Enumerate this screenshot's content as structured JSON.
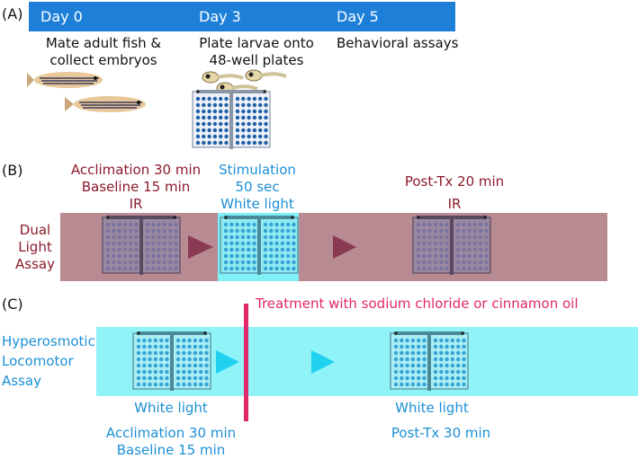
{
  "panel_a": {
    "letter": "(A)",
    "days": [
      "Day 0",
      "Day 3",
      "Day 5"
    ],
    "day0_line1": "Mate adult fish &",
    "day0_line2": "collect embryos",
    "day3_line1": "Plate larvae onto",
    "day3_line2": "48-well plates",
    "day5_text": "Behavioral assays",
    "colors": {
      "timeline_bar": "#1e7fd8"
    }
  },
  "panel_b": {
    "letter": "(B)",
    "assay_line1": "Dual",
    "assay_line2": "Light",
    "assay_line3": "Assay",
    "phase1_line1": "Acclimation 30 min",
    "phase1_line2": "Baseline 15 min",
    "phase1_line3": "IR",
    "phase2_line1": "Stimulation",
    "phase2_line2": "50 sec",
    "phase2_line3": "White light",
    "phase3_line1": "Post-Tx 20 min",
    "phase3_line2": "IR",
    "colors": {
      "band": "#b88a92",
      "stim": "#7ff0f6",
      "text": "#8b1a2b",
      "stim_text": "#1c8fd6"
    }
  },
  "panel_c": {
    "letter": "(C)",
    "assay_line1": "Hyperosmotic",
    "assay_line2": "Locomotor",
    "assay_line3": "Assay",
    "treatment_text": "Treatment with sodium chloride or cinnamon oil",
    "left_light": "White light",
    "left_phase_line1": "Acclimation 30 min",
    "left_phase_line2": "Baseline 15 min",
    "right_light": "White light",
    "right_phase": "Post-Tx 30 min",
    "colors": {
      "band": "#8ff3f8",
      "marker": "#e0286a",
      "text": "#1c8fd6"
    }
  }
}
